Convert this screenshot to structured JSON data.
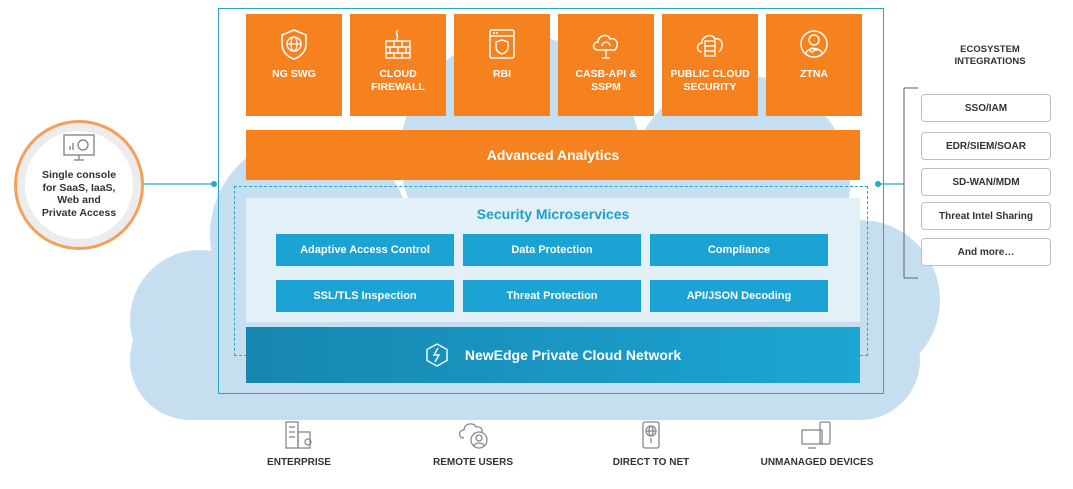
{
  "tiles": [
    {
      "label": "NG SWG",
      "icon": "shield-globe-icon"
    },
    {
      "label": "CLOUD FIREWALL",
      "icon": "firewall-icon"
    },
    {
      "label": "RBI",
      "icon": "browser-shield-icon"
    },
    {
      "label": "CASB-API & SSPM",
      "icon": "cloud-sync-icon"
    },
    {
      "label": "PUBLIC CLOUD SECURITY",
      "icon": "cloud-server-icon"
    },
    {
      "label": "ZTNA",
      "icon": "user-key-icon"
    }
  ],
  "analytics": "Advanced Analytics",
  "security": {
    "title": "Security Microservices",
    "items": [
      "Adaptive Access Control",
      "Data Protection",
      "Compliance",
      "SSL/TLS Inspection",
      "Threat Protection",
      "API/JSON Decoding"
    ]
  },
  "newedge": "NewEdge Private Cloud Network",
  "console": {
    "line1": "Single console",
    "line2": "for SaaS, IaaS,",
    "line3": "Web and",
    "line4": "Private Access"
  },
  "ecosystem": {
    "title1": "ECOSYSTEM",
    "title2": "INTEGRATIONS",
    "items": [
      "SSO/IAM",
      "EDR/SIEM/SOAR",
      "SD-WAN/MDM",
      "Threat Intel Sharing",
      "And more…"
    ]
  },
  "bottom": [
    {
      "label": "ENTERPRISE",
      "icon": "building-icon"
    },
    {
      "label": "REMOTE USERS",
      "icon": "cloud-user-icon"
    },
    {
      "label": "DIRECT TO NET",
      "icon": "device-globe-icon"
    },
    {
      "label": "UNMANAGED DEVICES",
      "icon": "devices-icon"
    }
  ],
  "colors": {
    "orange": "#f5821f",
    "blue": "#1ba3d3",
    "cloud": "#c8e1f0"
  }
}
